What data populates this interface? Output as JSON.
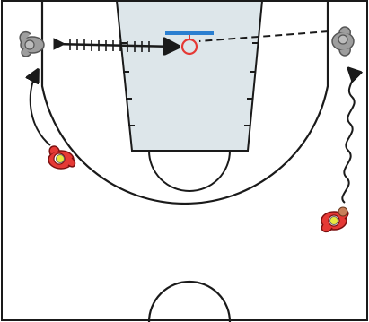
{
  "diagram": {
    "colors": {
      "court_line": "#1a1a1a",
      "paint_fill": "#dde6ea",
      "backboard": "#2b7fd0",
      "rim": "#e53935",
      "offense_body": "#e53935",
      "offense_fill": "#ffffff",
      "ball": "#e8e840",
      "defender": "#9e9e9e",
      "dribble_ball": "#c8805a",
      "movement_arrow": "#1a1a1a"
    },
    "players": [
      {
        "id": "offense-left",
        "role": "offense",
        "has_ball": true
      },
      {
        "id": "offense-right",
        "role": "offense",
        "has_ball": true
      },
      {
        "id": "defender-left",
        "role": "defense",
        "has_ball": false
      },
      {
        "id": "defender-right",
        "role": "defense",
        "has_ball": false
      }
    ],
    "actions": [
      {
        "type": "screen-arrow",
        "from": "defender-left",
        "to": "rim"
      },
      {
        "type": "pass-dashed",
        "from": "defender-right",
        "to": "rim"
      },
      {
        "type": "cut-arrow",
        "from": "offense-left",
        "to": "defender-left"
      },
      {
        "type": "dribble-wavy",
        "from": "offense-right",
        "to": "defender-right"
      }
    ],
    "icons": [
      "basket-icon",
      "offense-player-icon",
      "defense-player-icon",
      "ball-icon"
    ]
  }
}
